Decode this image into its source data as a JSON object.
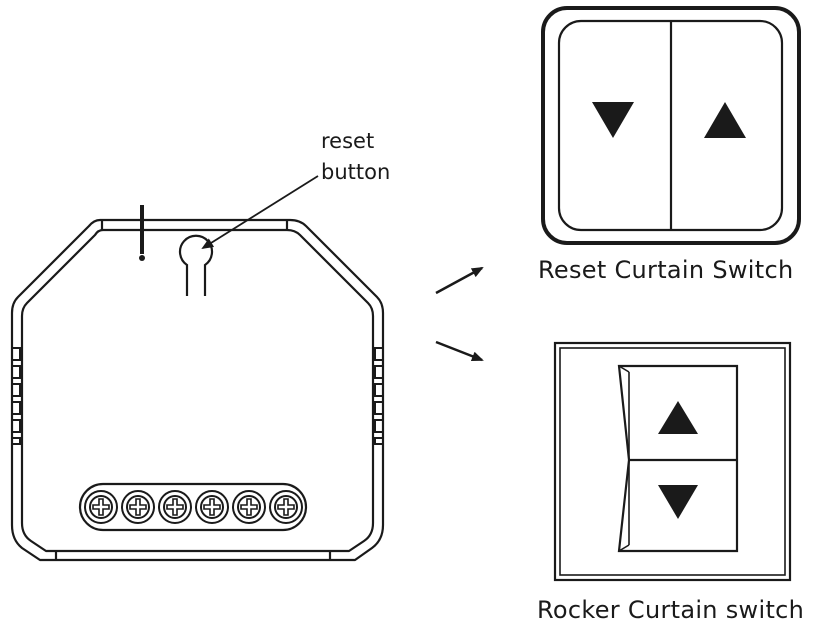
{
  "labels": {
    "reset_line1": "reset",
    "reset_line2": "button",
    "reset_switch_caption": "Reset Curtain Switch",
    "rocker_switch_caption": "Rocker Curtain switch"
  },
  "colors": {
    "ink": "#1a1a1a",
    "background": "#ffffff"
  },
  "icons": {
    "down_arrow": "triangle-down",
    "up_arrow": "triangle-up",
    "terminal_screw": "circled-cross",
    "pointer_arrow": "arrow"
  },
  "terminal_count": 6
}
